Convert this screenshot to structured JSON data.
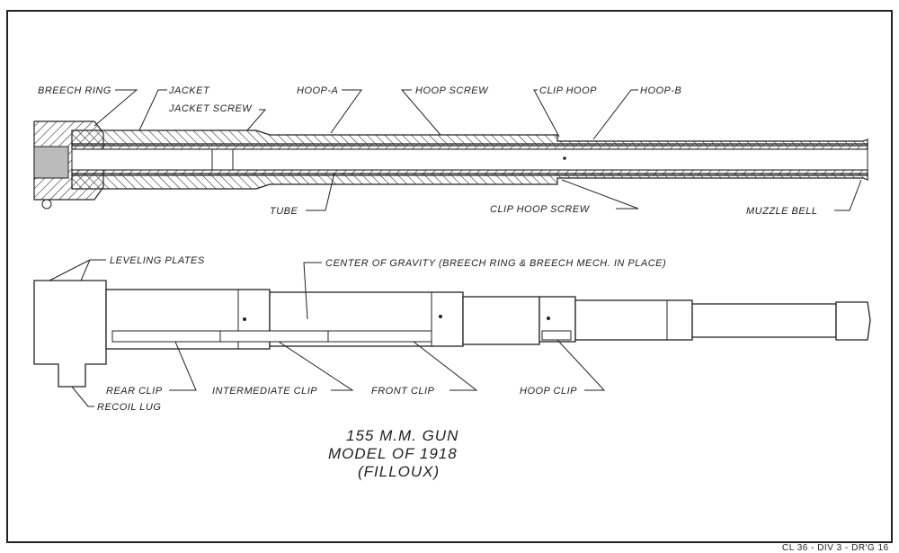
{
  "title": {
    "line1": "155 M.M. GUN",
    "line2": "MODEL OF 1918",
    "line3": "(FILLOUX)"
  },
  "section_labels": {
    "breech_ring": "BREECH RING",
    "jacket": "JACKET",
    "jacket_screw": "JACKET SCREW",
    "hoop_a": "HOOP-A",
    "hoop_screw": "HOOP SCREW",
    "clip_hoop": "CLIP HOOP",
    "hoop_b": "HOOP-B",
    "tube": "TUBE",
    "clip_hoop_screw": "CLIP HOOP SCREW",
    "muzzle_bell": "MUZZLE BELL"
  },
  "exterior_labels": {
    "leveling_plates": "LEVELING PLATES",
    "center_of_gravity": "CENTER OF GRAVITY (BREECH RING & BREECH MECH. IN PLACE)",
    "rear_clip": "REAR CLIP",
    "intermediate_clip": "INTERMEDIATE CLIP",
    "front_clip": "FRONT CLIP",
    "hoop_clip": "HOOP CLIP",
    "recoil_lug": "RECOIL LUG"
  },
  "drawing_ref": "CL 36 - DIV 3 - DR'G 16"
}
